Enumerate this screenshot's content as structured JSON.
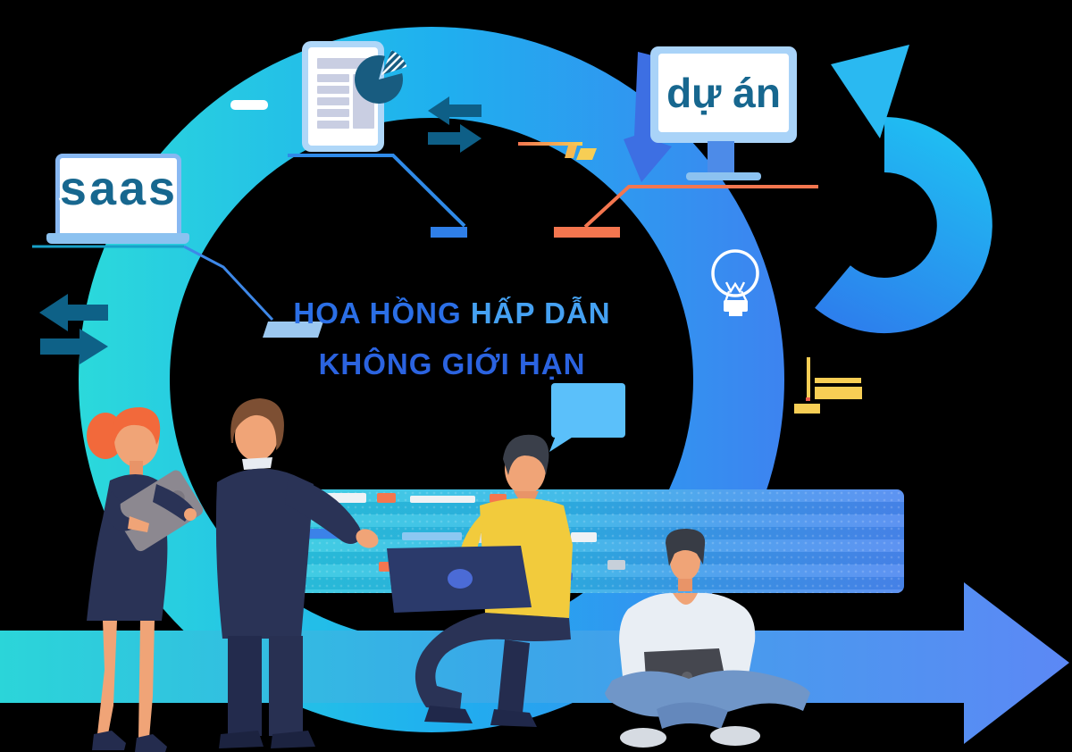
{
  "background_color": "#000000",
  "headline": {
    "line1_part1": "HOA HỒNG",
    "line1_part2": "HẤP DẪN",
    "line2": "KHÔNG GIỚI HẠN"
  },
  "devices": {
    "laptop_label": "saas",
    "monitor_label": "dự án"
  },
  "icons": [
    "circular-ring-arrow-icon",
    "loop-arrow-icon",
    "forward-arrow-icon",
    "laptop-icon",
    "monitor-icon",
    "document-report-icon",
    "pie-chart-icon",
    "lightbulb-icon",
    "transfer-arrows-icon",
    "speech-bubble-icon",
    "tablet-icon"
  ],
  "people": [
    "woman-with-tablet",
    "businessman-handshake",
    "man-yellow-shirt-laptop",
    "man-cross-legged-laptop"
  ],
  "palette": {
    "device_label": "#17678F",
    "headline_1": "#2B6FE6",
    "headline_2": "#45A1F2",
    "headline_3": "#2B63E0",
    "ring_teal": "#2BD9DB",
    "ring_blue": "#3E82F0",
    "loop_cyan": "#25CBEE",
    "bottom_arrow_blue": "#5C88F5",
    "accent_orange": "#F4764F",
    "accent_yellow": "#F7CE55",
    "dark_teal": "#0E5F87",
    "pie_teal": "#185C80",
    "speech_bubble": "#5BC0FA",
    "suit_navy": "#2A3356",
    "shirt_yellow": "#F2CB3C",
    "hair_red": "#F2693B",
    "hair_brown": "#7D4F33",
    "jeans_blue": "#7096C8",
    "skin": "#F0A477"
  }
}
